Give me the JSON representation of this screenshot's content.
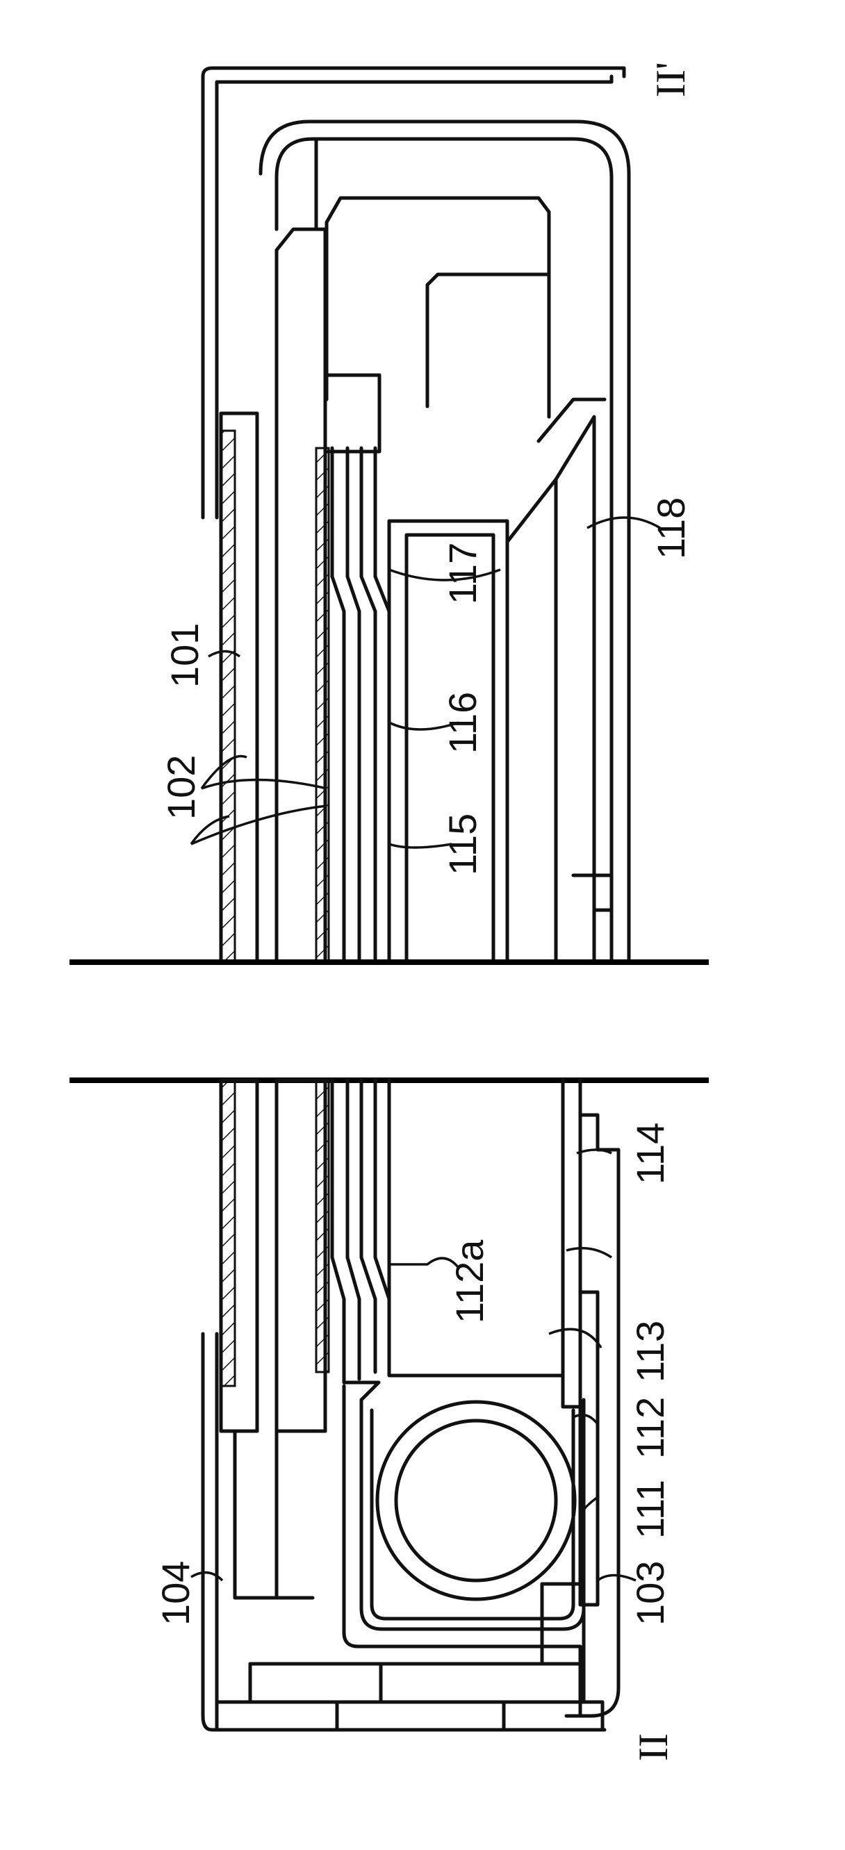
{
  "figure": {
    "labels": {
      "l101": "101",
      "l102": "102",
      "l103": "103",
      "l104": "104",
      "l111": "111",
      "l112": "112",
      "l112a": "112a",
      "l113": "113",
      "l114": "114",
      "l115": "115",
      "l116": "116",
      "l117": "117",
      "l118": "118"
    },
    "section_marks": {
      "start": "II",
      "end": "II'"
    }
  }
}
